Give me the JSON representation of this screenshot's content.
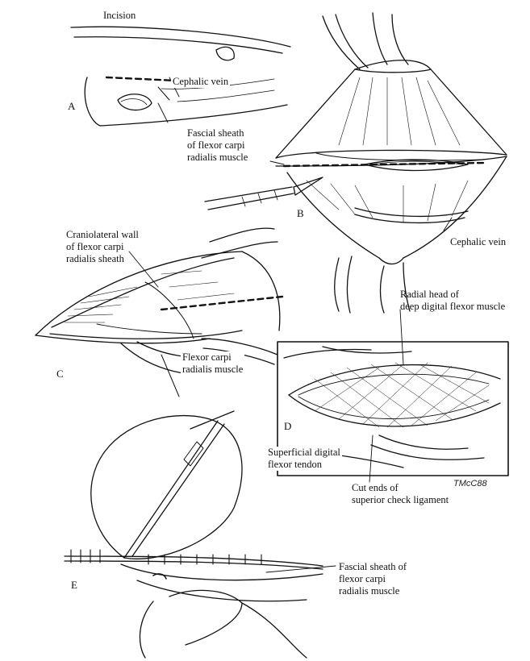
{
  "labels": {
    "incision": "Incision",
    "cephalic_vein_a": "Cephalic vein",
    "fascial_sheath_b": "Fascial sheath\nof flexor carpi\nradialis muscle",
    "cephalic_vein_b": "Cephalic vein",
    "craniolateral_wall": "Craniolateral wall\nof flexor carpi\nradialis sheath",
    "radial_head": "Radial head of\ndeep digital flexor muscle",
    "flexor_carpi_c": "Flexor carpi\nradialis muscle",
    "superficial_digital": "Superficial digital\nflexor tendon",
    "cut_ends": "Cut ends of\nsuperior check ligament",
    "fascial_sheath_e": "Fascial sheath of\nflexor carpi\nradialis muscle"
  },
  "panels": {
    "a": "A",
    "b": "B",
    "c": "C",
    "d": "D",
    "e": "E"
  },
  "signature": "TMcC88"
}
